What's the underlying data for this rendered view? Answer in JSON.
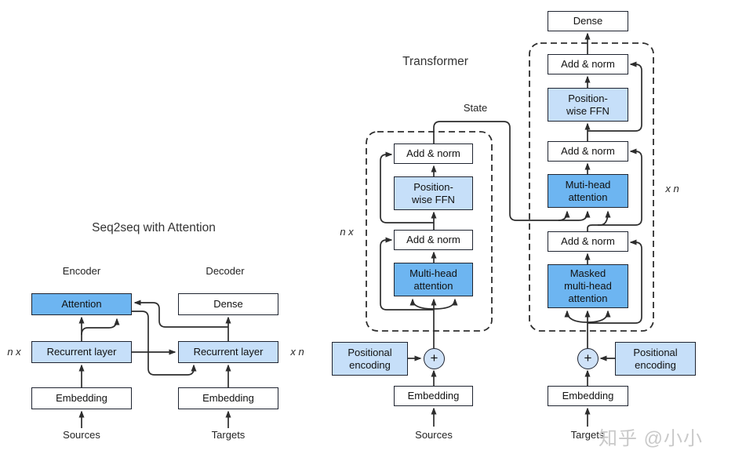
{
  "colors": {
    "box_blue_dark": "#6db5f1",
    "box_blue_light": "#c6dff9",
    "box_white": "#ffffff",
    "box_border": "#1f2430",
    "line": "#2d2d2d",
    "watermark_gray": "#c9c9c9"
  },
  "seq2seq": {
    "title": "Seq2seq with Attention",
    "encoder_label": "Encoder",
    "decoder_label": "Decoder",
    "repeat_left": "n x",
    "repeat_right": "x n",
    "attention": "Attention",
    "dense": "Dense",
    "recurrent_encoder": "Recurrent layer",
    "recurrent_decoder": "Recurrent layer",
    "embedding_encoder": "Embedding",
    "embedding_decoder": "Embedding",
    "sources": "Sources",
    "targets": "Targets"
  },
  "transformer": {
    "title": "Transformer",
    "state_label": "State",
    "repeat_left": "n x",
    "repeat_right": "x n",
    "encoder": {
      "add_norm_top": "Add & norm",
      "ffn": "Position-\nwise FFN",
      "add_norm_bottom": "Add & norm",
      "attention": "Multi-head\nattention",
      "pos_encoding": "Positional\nencoding",
      "plus": "+",
      "embedding": "Embedding",
      "input_label": "Sources"
    },
    "decoder": {
      "dense": "Dense",
      "add_norm_top": "Add & norm",
      "ffn": "Position-\nwise FFN",
      "add_norm_middle": "Add & norm",
      "attention": "Muti-head\nattention",
      "add_norm_bottom": "Add & norm",
      "masked_attention": "Masked\nmulti-head\nattention",
      "pos_encoding": "Positional\nencoding",
      "plus": "+",
      "embedding": "Embedding",
      "input_label": "Targets"
    }
  },
  "watermark": "知乎 @小小"
}
